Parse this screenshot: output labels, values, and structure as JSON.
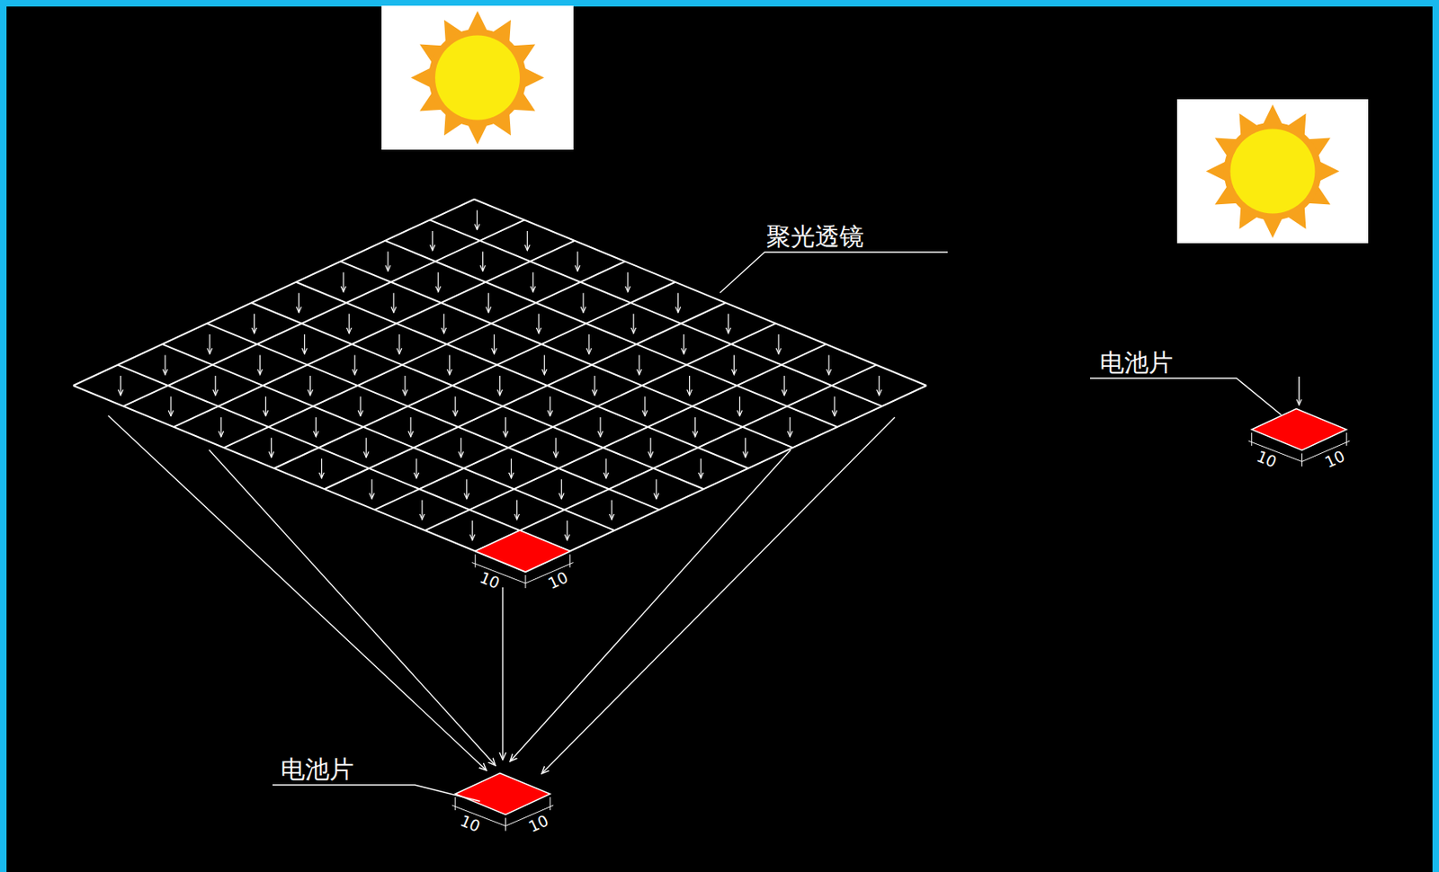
{
  "diagram": {
    "labels": [
      "聚光透镜",
      "10",
      "10",
      "电池片",
      "10",
      "10",
      "电池片",
      "10",
      "10"
    ]
  }
}
